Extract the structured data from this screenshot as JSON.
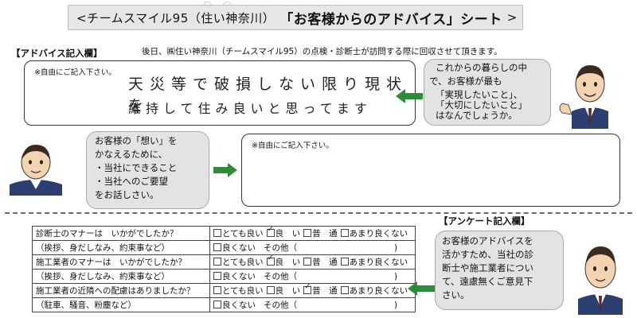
{
  "title": {
    "prefix": "<チームスマイル95（住い神奈川）",
    "main": "「お客様からのアドバイス」シート",
    "suffix": ">"
  },
  "advice_section": {
    "label": "【アドバイス記入欄】",
    "instruction": "後日、㈱住い神奈川（チームスマイル95）の点検・診断士が訪問する際に回収させて頂きます。",
    "box1_note": "※自由にご記入下さい。",
    "box1_handwriting_line1": "天災等で破損しない限り現状を",
    "box1_handwriting_line2": "維持して住み良いと思ってます",
    "bubble_right_lines": [
      "これからの暮らしの中",
      "で、お客様が最も",
      "「実現したいこと」、",
      "「大切にしたいこと」",
      "はなんでしょうか。"
    ],
    "bubble_left_lines": [
      "お客様の「想い」を",
      "かなえるために、",
      "・当社にできること",
      "・当社へのご要望",
      "をお話しさい。"
    ],
    "box2_note": "※自由にご記入下さい。"
  },
  "survey_section": {
    "label": "【アンケート記入欄】",
    "rows": [
      {
        "q1": "診断士のマナーは　いかがでしたか？",
        "q2": "（挨拶、身だしなみ、約束事など）",
        "options": [
          {
            "label": "とても良い",
            "checked": false
          },
          {
            "label": "良　い",
            "checked": true
          },
          {
            "label": "普　通",
            "checked": false
          },
          {
            "label": "あまり良くない",
            "checked": false
          }
        ],
        "opt_bad": "良くない",
        "other": "その他（",
        "close": ")"
      },
      {
        "q1": "施工業者のマナーは　いかがでしたか？",
        "q2": "（挨拶、身だしなみ、約束事など）",
        "options": [
          {
            "label": "とても良い",
            "checked": false
          },
          {
            "label": "良　い",
            "checked": true
          },
          {
            "label": "普　通",
            "checked": false
          },
          {
            "label": "あまり良くない",
            "checked": false
          }
        ],
        "opt_bad": "良くない",
        "other": "その他（",
        "close": ")"
      },
      {
        "q1": "施工業者の近隣への配慮はありましたか？",
        "q2": "（駐車、騒音、粉塵など）",
        "options": [
          {
            "label": "とても良い",
            "checked": false
          },
          {
            "label": "良　い",
            "checked": false
          },
          {
            "label": "普　通",
            "checked": true
          },
          {
            "label": "あまり良くない",
            "checked": false
          }
        ],
        "opt_bad": "良くない",
        "other": "その他（",
        "close": ")"
      }
    ],
    "bubble_lines": [
      "お客様のアドバイスを",
      "活かすため、当社の診",
      "断士や施工業者につい",
      "て、遠慮無くご意見下",
      "さい。"
    ]
  },
  "colors": {
    "arrow": "#2e8b3a",
    "bubble": "#e3e3e3",
    "banner": "#e6e6e6"
  }
}
